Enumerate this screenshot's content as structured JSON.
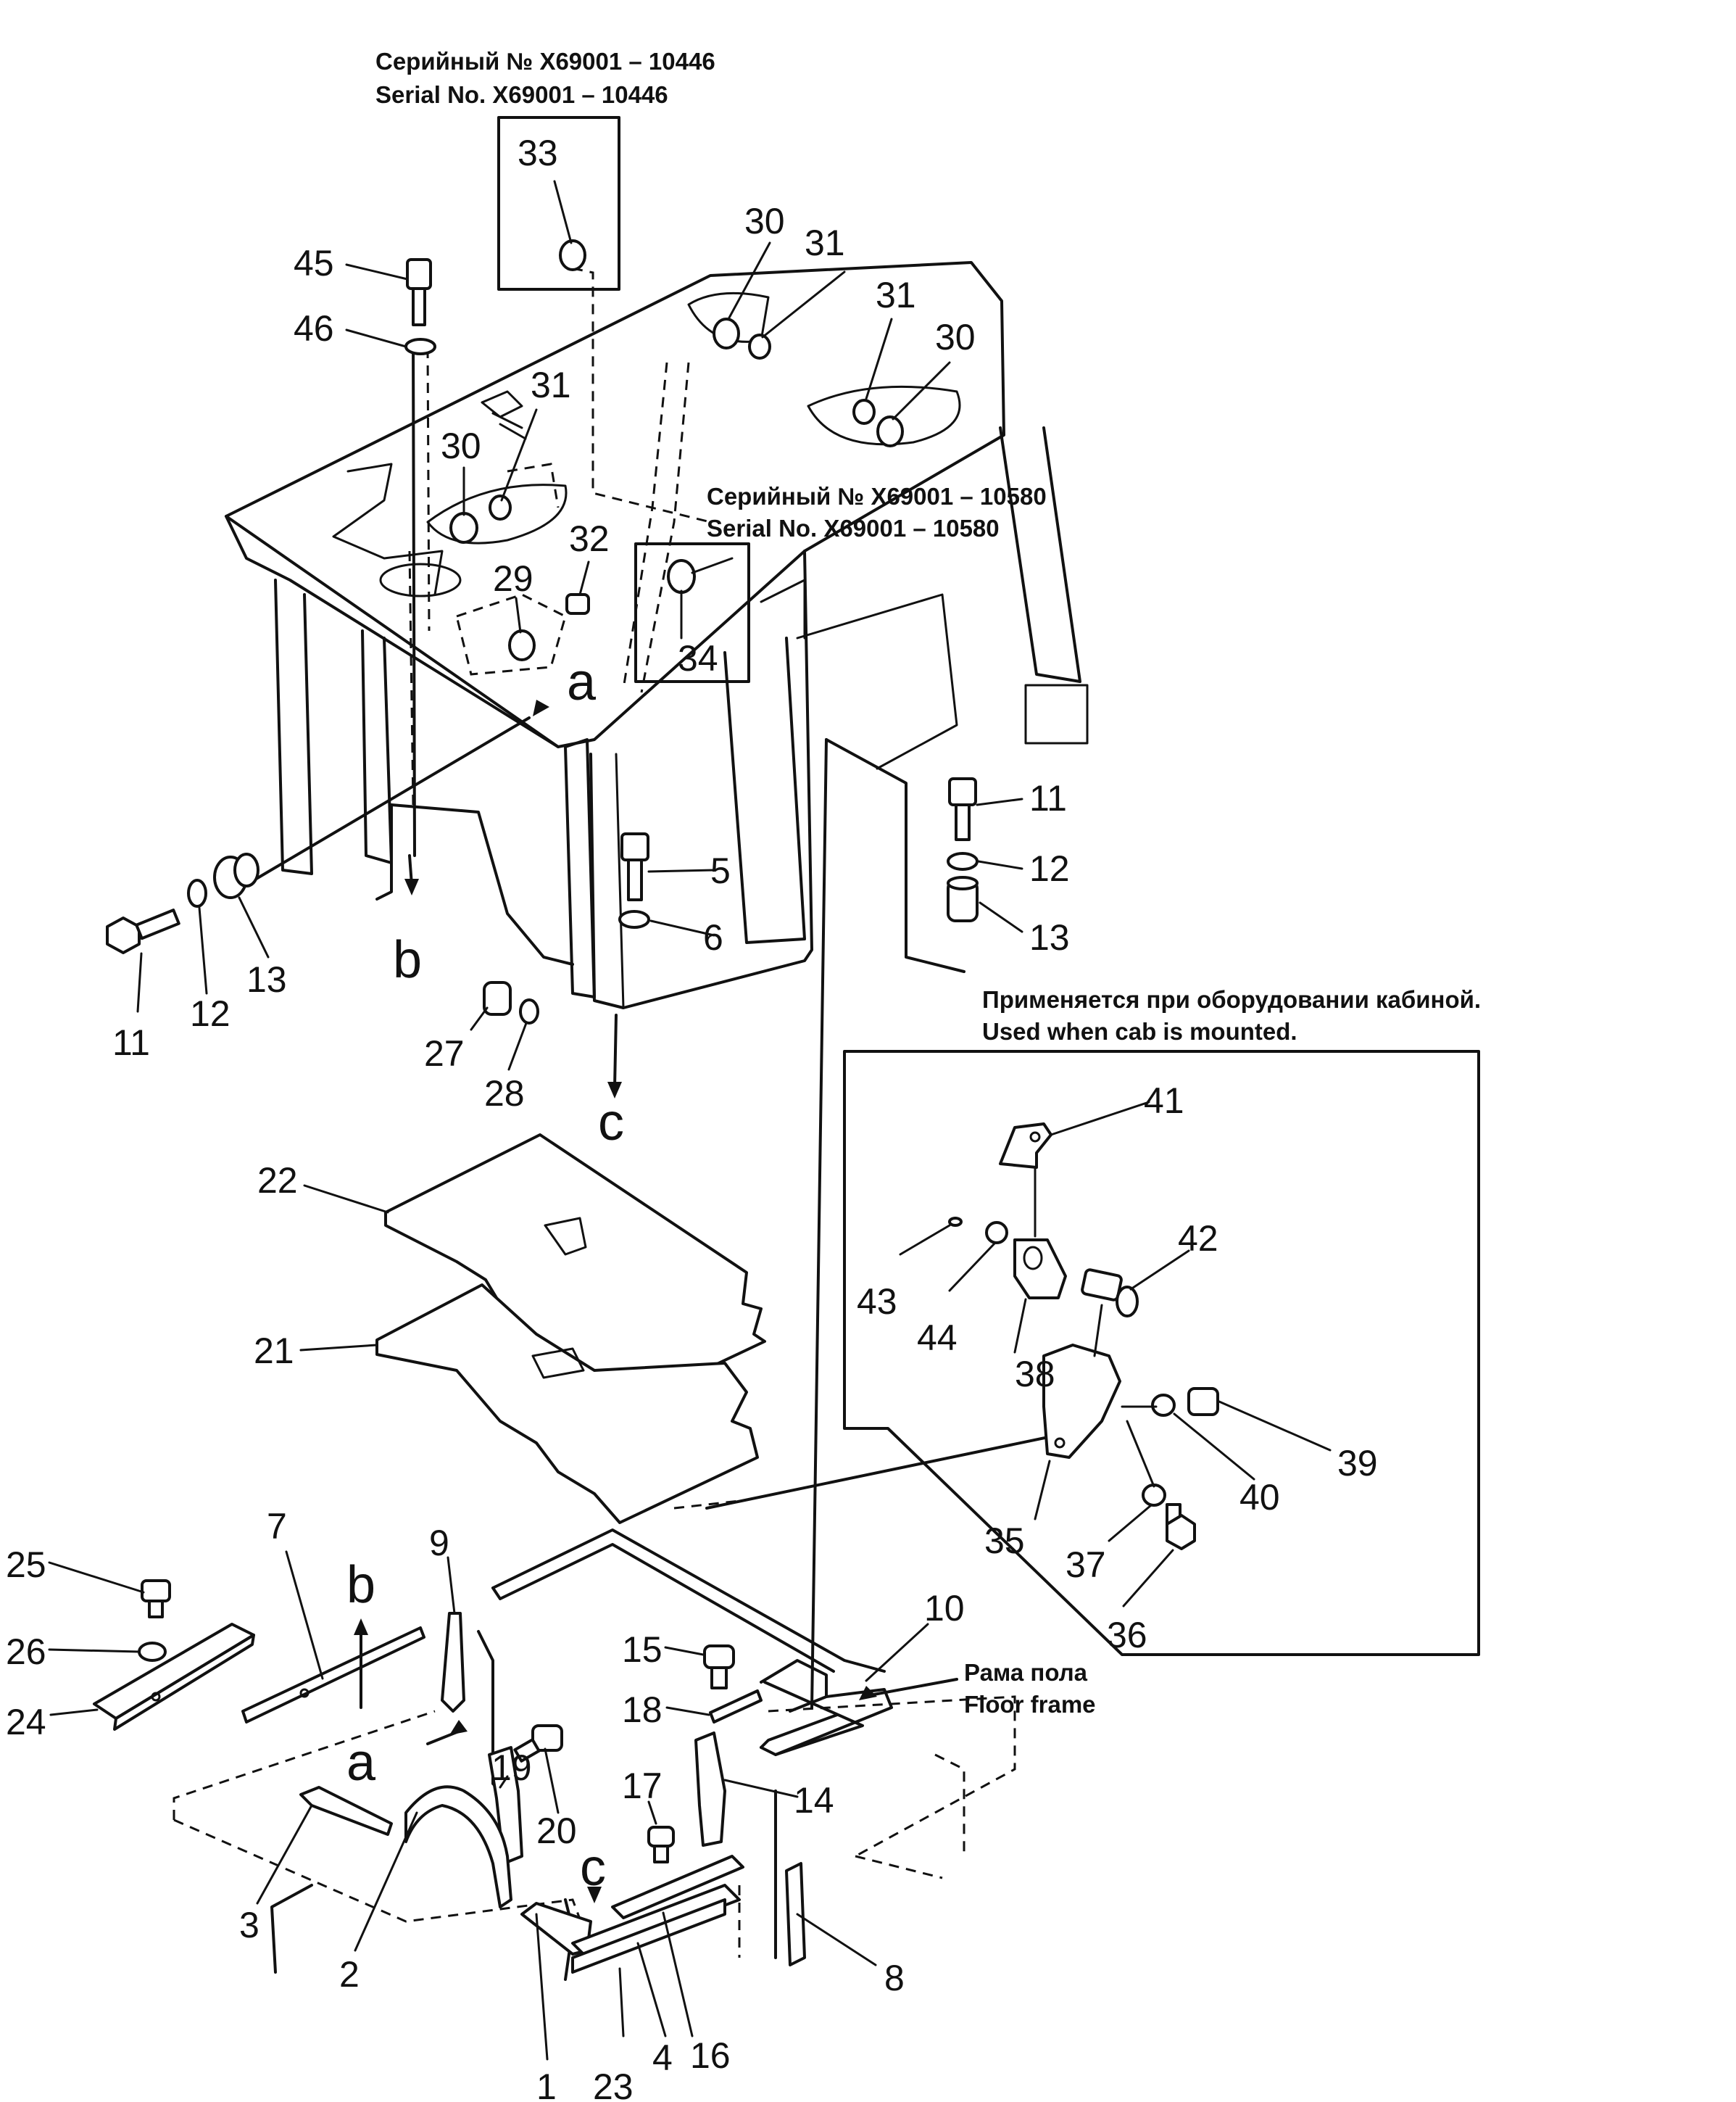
{
  "notes": {
    "serial_top_ru": "Серийный № X69001 – 10446",
    "serial_top_en": "Serial No. X69001 – 10446",
    "serial_mid_ru": "Серийный № X69001 – 10580",
    "serial_mid_en": "Serial No. X69001 – 10580",
    "cab_ru": "Применяется при оборудовании кабиной.",
    "cab_en": "Used when cab is mounted.",
    "frame_ru": "Рама пола",
    "frame_en": "Floor frame"
  },
  "refs": {
    "a": "a",
    "b": "b",
    "c": "c"
  },
  "labels": {
    "p1": "1",
    "p2": "2",
    "p3": "3",
    "p4": "4",
    "p5": "5",
    "p6": "6",
    "p7": "7",
    "p8": "8",
    "p9": "9",
    "p10": "10",
    "p11": "11",
    "p12": "12",
    "p13": "13",
    "p14": "14",
    "p15": "15",
    "p16": "16",
    "p17": "17",
    "p18": "18",
    "p19": "19",
    "p20": "20",
    "p21": "21",
    "p22": "22",
    "p23": "23",
    "p24": "24",
    "p25": "25",
    "p26": "26",
    "p27": "27",
    "p28": "28",
    "p29": "29",
    "p30": "30",
    "p31": "31",
    "p32": "32",
    "p33": "33",
    "p34": "34",
    "p35": "35",
    "p36": "36",
    "p37": "37",
    "p38": "38",
    "p39": "39",
    "p40": "40",
    "p41": "41",
    "p42": "42",
    "p43": "43",
    "p44": "44",
    "p45": "45",
    "p46": "46"
  }
}
